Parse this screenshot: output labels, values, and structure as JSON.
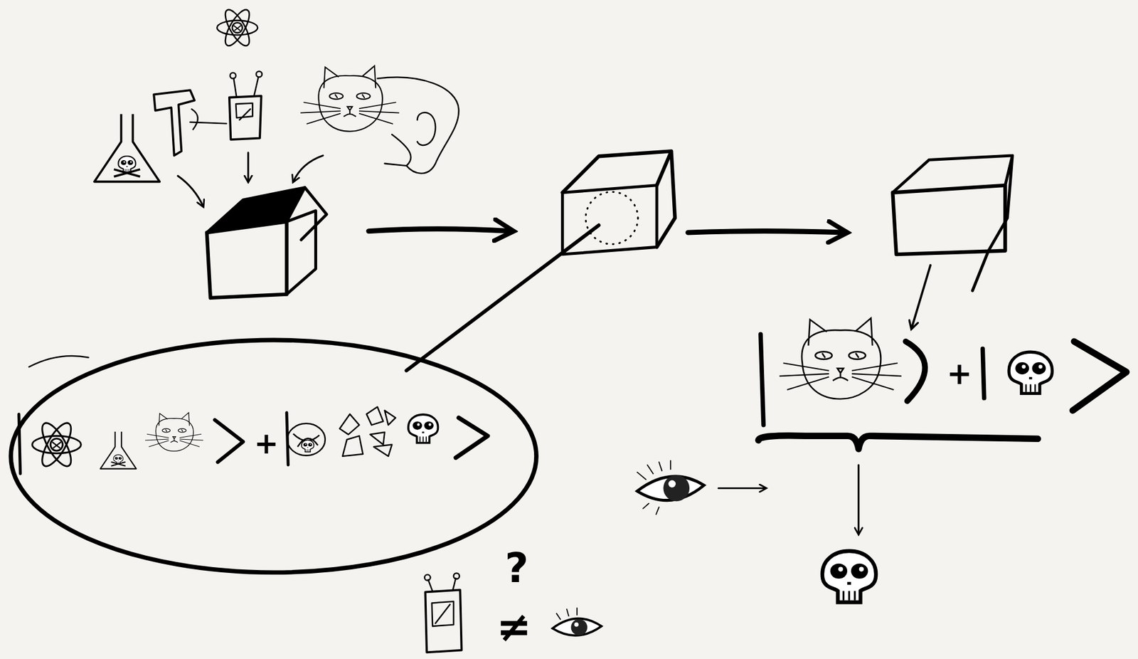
{
  "diagram": {
    "labels": [
      "+",
      "+",
      "?",
      "≠"
    ]
  }
}
